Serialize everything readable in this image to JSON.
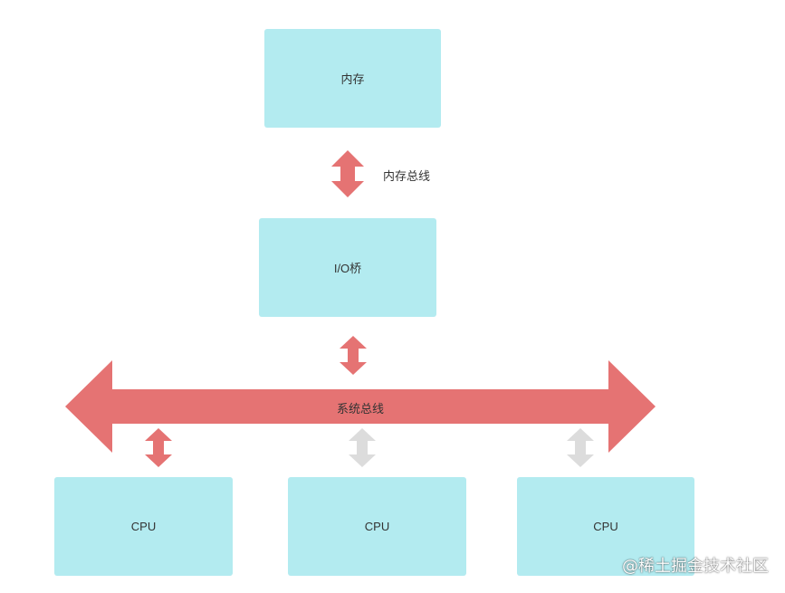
{
  "nodes": {
    "memory": "内存",
    "io_bridge": "I/O桥",
    "cpu_1": "CPU",
    "cpu_2": "CPU",
    "cpu_3": "CPU"
  },
  "labels": {
    "memory_bus": "内存总线",
    "system_bus": "系统总线"
  },
  "watermark": "@稀土掘金技术社区",
  "colors": {
    "box_fill": "#b3ebf0",
    "bus_red": "#e57373",
    "inactive_gray": "#dcdcdc",
    "text": "#333333"
  },
  "connections": [
    {
      "from": "memory",
      "to": "io_bridge",
      "via": "memory_bus",
      "active": true
    },
    {
      "from": "io_bridge",
      "to": "system_bus",
      "active": true
    },
    {
      "from": "cpu_1",
      "to": "system_bus",
      "active": true
    },
    {
      "from": "cpu_2",
      "to": "system_bus",
      "active": false
    },
    {
      "from": "cpu_3",
      "to": "system_bus",
      "active": false
    }
  ]
}
